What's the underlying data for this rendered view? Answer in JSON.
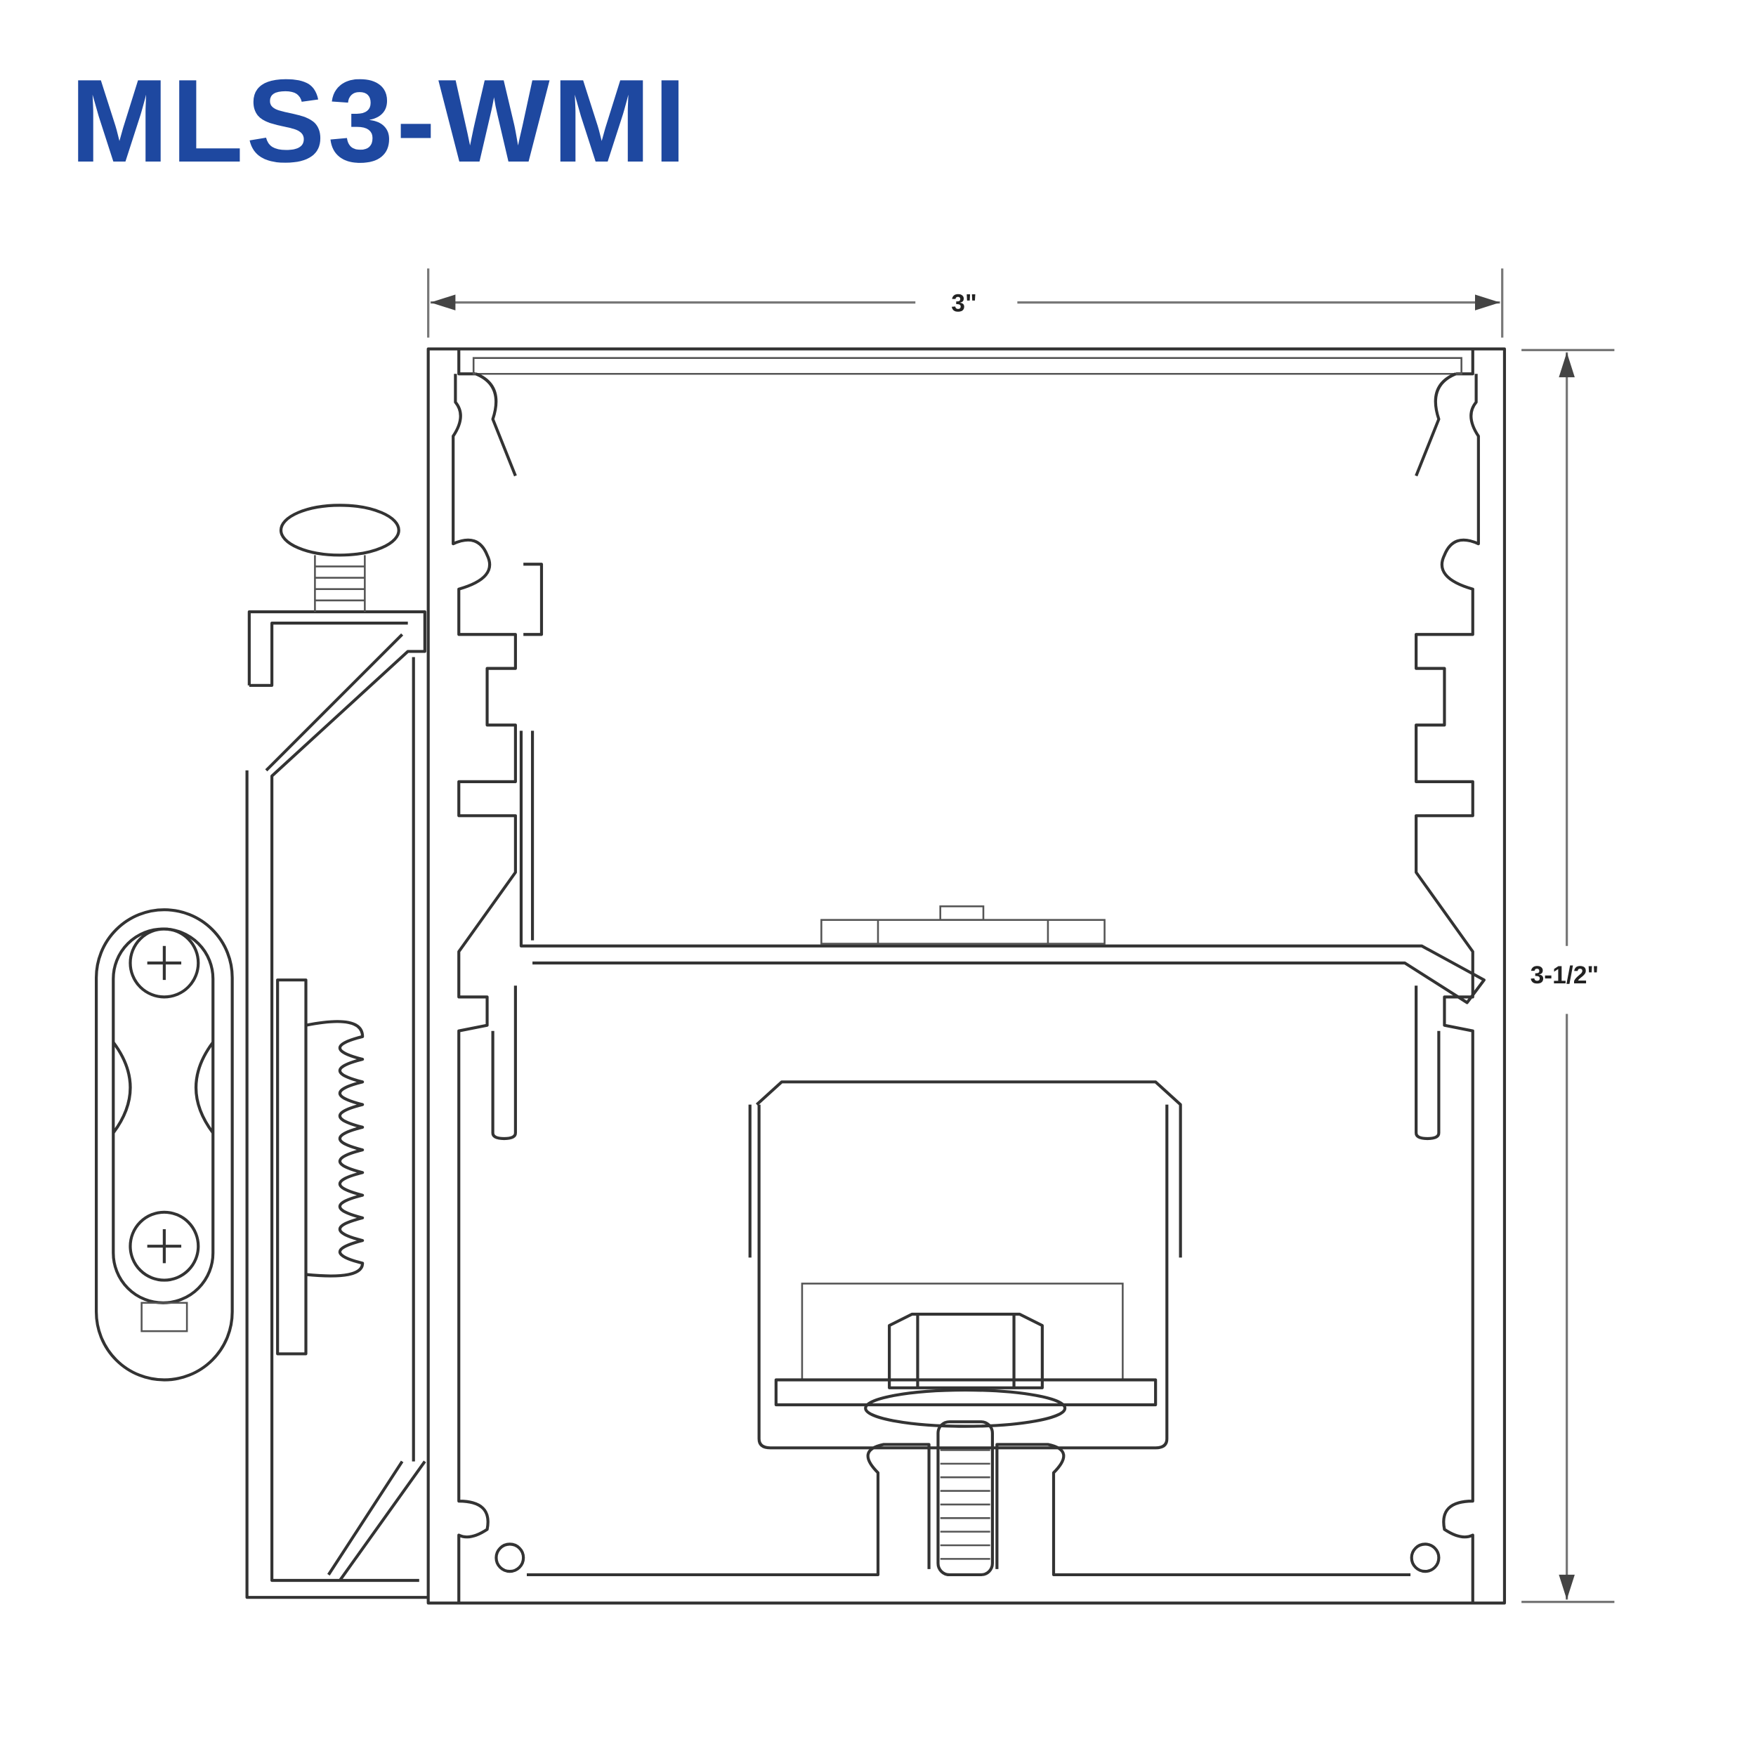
{
  "title": "MLS3-WMI",
  "dimensions": {
    "width_label": "3\"",
    "height_label": "3-1/2\""
  },
  "colors": {
    "title": "#1e48a0",
    "line": "#333333"
  }
}
